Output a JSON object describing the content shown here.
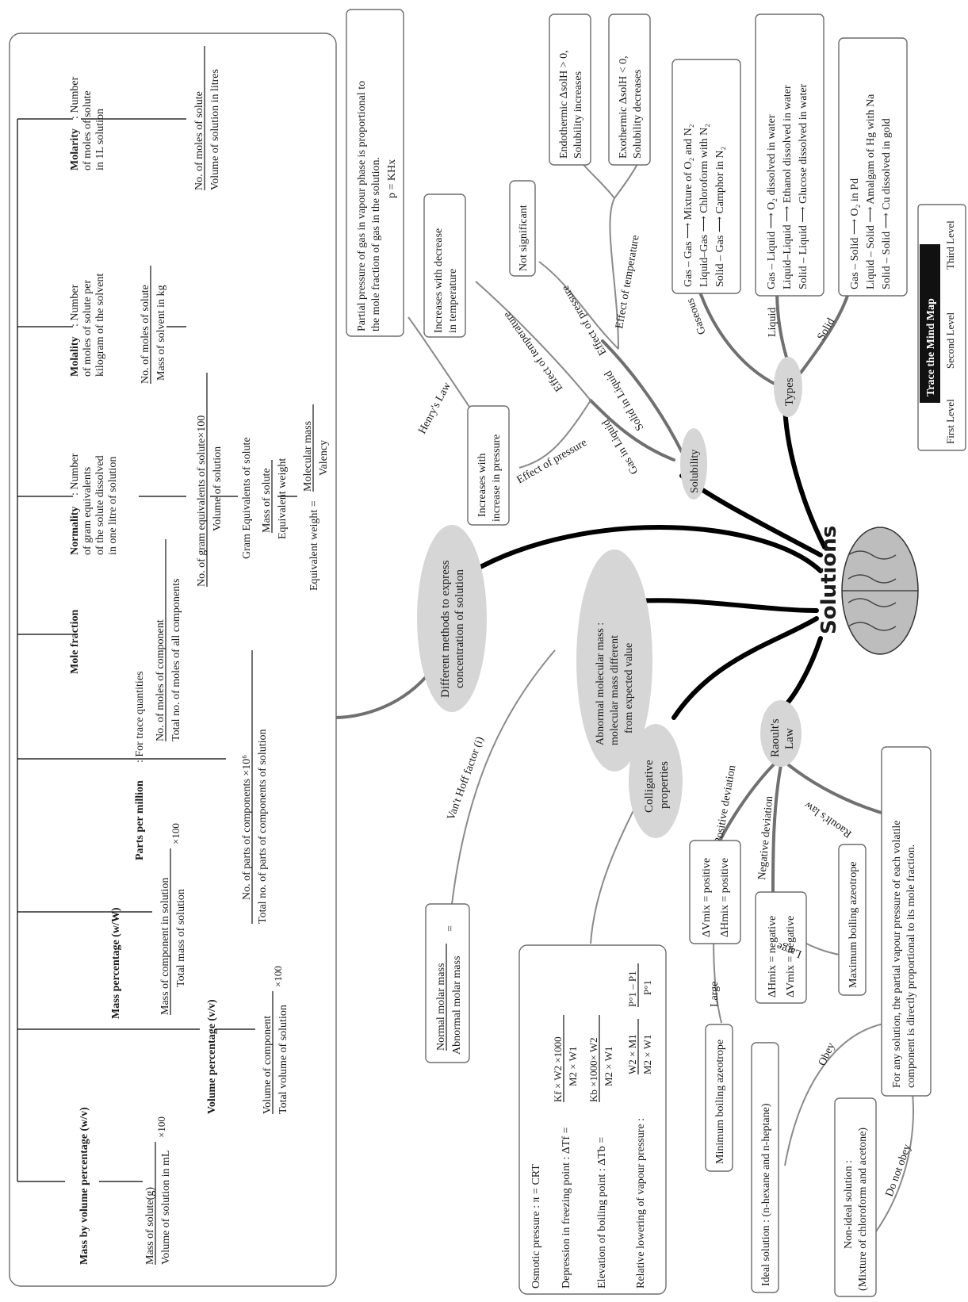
{
  "center": {
    "title": "Solutions"
  },
  "concentration": {
    "node": [
      "Different methods to express",
      "concentration of solution"
    ],
    "mbv": {
      "title": "Mass by volume percentage (w/v)",
      "num": "Mass of solute(g)",
      "den": "Volume of solution in mL",
      "mul": "×100"
    },
    "mp": {
      "title": "Mass percentage (w/W)",
      "num": "Mass of component in solution",
      "den": "Total mass of solution",
      "mul": "×100"
    },
    "vp": {
      "title": "Volume percentage (v/v)",
      "num": "Volume of component",
      "den": "Total volume of solution",
      "mul": "×100"
    },
    "ppm": {
      "title": "Parts per million",
      "desc": " : For trace quantities",
      "num": "No. of parts of components ×10⁶",
      "den": "Total no. of parts of components of solution"
    },
    "mf": {
      "title": "Mole fraction",
      "num": "No. of moles of component",
      "den": "Total no. of moles of all components"
    },
    "norm": {
      "title": "Normality",
      "desc1": ": Number",
      "desc2": "of gram equivalents",
      "desc3": "of the solute dissolved",
      "desc4": "in one litre of solution",
      "num": "No. of gram equivalents of solute×100",
      "den": "Volume of solution",
      "ge": "Gram Equivalents of solute",
      "ge_num": "Mass of solute",
      "ge_den": "Equivalent weight",
      "ew": "Equivalent weight =",
      "ew_num": "Molecular mass",
      "ew_den": "Valency"
    },
    "molal": {
      "title": "Molality",
      "desc1": ": Number",
      "desc2": "of moles of solute per",
      "desc3": "kilogram of the solvent",
      "num": "No. of moles of solute",
      "den": "Mass of solvent in kg"
    },
    "molar": {
      "title": "Molarity",
      "desc1": ": Number",
      "desc2": "of moles of solute",
      "desc3": "in 1L solution",
      "num": "No. of moles of solute",
      "den": "Volume of solution in litres"
    }
  },
  "solubility": {
    "node": "Solubility",
    "gas_in_liquid": "Gas in Liquid",
    "solid_in_liquid": "Solid in Liquid",
    "effect_pressure": "Effect of pressure",
    "effect_temperature": "Effect of temperature",
    "inc_pressure": [
      "Increases with",
      "increase in pressure"
    ],
    "dec_temperature": [
      "Increases with decrease",
      "in temperature"
    ],
    "henrys_law": "Henry's Law",
    "henry_box": [
      "Partial pressure of gas in vapour phase is proportional to",
      "the mole fraction of gas in the solution.",
      "p = KHx"
    ],
    "effect_pressure2": "Effect of pressure",
    "not_significant": "Not significant",
    "effect_temperature2": "Effect of temperature",
    "endo": [
      "Endothermic ΔsolH > 0,",
      "Solubility increases"
    ],
    "exo": [
      "Exothermic ΔsolH < 0,",
      "Solubility decreases"
    ]
  },
  "types": {
    "node": "Types",
    "gaseous": "Gaseous",
    "liquid": "Liquid",
    "solid": "Solid",
    "gaseous_box": [
      "Gas – Gas ⟶ Mixture of O₂ and N₂",
      "Liquid–Gas ⟶ Chloroform with N₂",
      "Solid – Gas ⟶ Camphor in N₂"
    ],
    "liquid_box": [
      "Gas – Liquid ⟶ O₂ dissolved in water",
      "Liquid–Liquid ⟶ Ethanol dissolved in water",
      "Solid – Liquid ⟶ Glucose dissolved in water"
    ],
    "solid_box": [
      "Gas – Solid ⟶ O₂ in Pd",
      "Liquid – Solid ⟶ Amalgam of Hg with Na",
      "Solid – Solid ⟶ Cu dissolved in gold"
    ]
  },
  "legend": {
    "title": "Trace the Mind Map",
    "first": "First Level",
    "second": "Second Level",
    "third": "Third Level"
  },
  "abnormal": {
    "node": [
      "Abnormal molecular mass :",
      "molecular mass different",
      "from expected value"
    ],
    "vant": "Van't Hoff factor (i)",
    "num": "Normal molar mass",
    "den": "Abnormal molar mass",
    "eq": "="
  },
  "colligative": {
    "node": [
      "Colligative",
      "properties"
    ],
    "items": [
      "Osmotic pressure : π = CRT",
      "Depression in freezing point : ΔTf =",
      "Elevation of boiling point : ΔTb =",
      "Relative lowering of vapour pressure :"
    ],
    "f_num": "Kf × W2 ×1000",
    "f_den": "M2 × W1",
    "b_num": "Kb ×1000× W2",
    "b_den": "M2 × W1",
    "r_num1": "W2 × M1",
    "r_den1": "M2 × W1",
    "r_num2": "P°1 – P1",
    "r_den2": "P°1"
  },
  "raoult": {
    "node": [
      "Raoult's",
      "Law"
    ],
    "positive": "Positive deviation",
    "negative": "Negative deviation",
    "raoults_law": "Raoult's law",
    "pos_box": [
      "ΔVmix = positive",
      "ΔHmix = positive"
    ],
    "neg_box": [
      "ΔHmix = negative",
      "ΔVmix = negative"
    ],
    "large1": "Large",
    "large2": "Large",
    "min_az": "Minimum boiling azeotrope",
    "max_az": "Maximum boiling azeotrope",
    "law_box": [
      "For any solution, the partial vapour pressure of each volatile",
      "component is directly proportional to its mole fraction."
    ],
    "obey": "Obey",
    "not_obey": "Do not obey",
    "ideal": "Ideal solution : (n-hexane and n-heptane)",
    "nonideal": [
      "Non-ideal solution :",
      "(Mixture of chloroform and acetone)"
    ]
  }
}
